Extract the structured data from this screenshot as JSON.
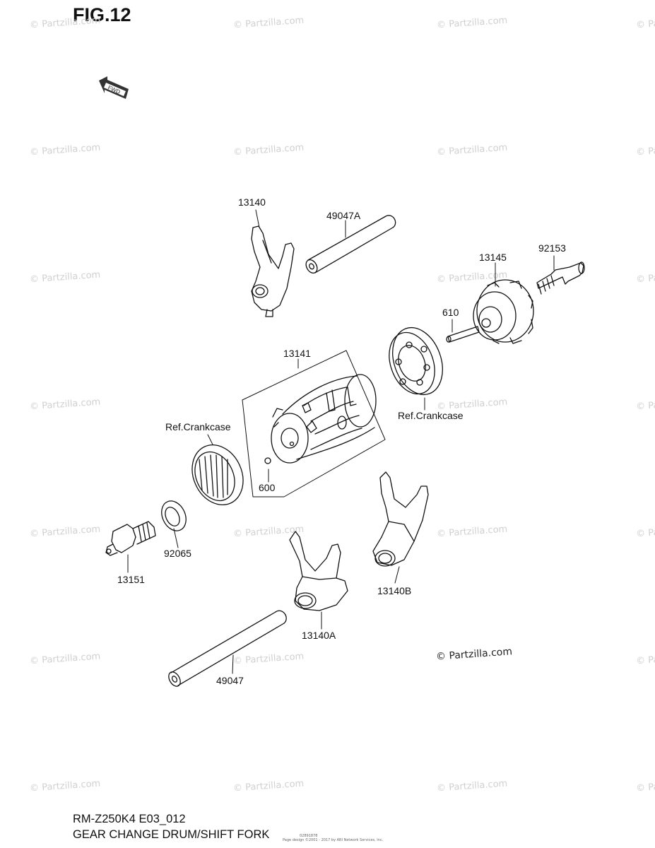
{
  "figure": {
    "title": "FIG.12"
  },
  "fwd_badge": {
    "text": "FWD"
  },
  "watermark": {
    "text": "© Partzilla.com"
  },
  "copyright": {
    "text": "© Partzilla.com"
  },
  "parts": [
    {
      "id": "p13140",
      "text": "13140"
    },
    {
      "id": "p49047A",
      "text": "49047A"
    },
    {
      "id": "p13145",
      "text": "13145"
    },
    {
      "id": "p92153",
      "text": "92153"
    },
    {
      "id": "p610",
      "text": "610"
    },
    {
      "id": "p13141",
      "text": "13141"
    },
    {
      "id": "prefR",
      "text": "Ref.Crankcase"
    },
    {
      "id": "prefL",
      "text": "Ref.Crankcase"
    },
    {
      "id": "p600",
      "text": "600"
    },
    {
      "id": "p92065",
      "text": "92065"
    },
    {
      "id": "p13151",
      "text": "13151"
    },
    {
      "id": "p13140B",
      "text": "13140B"
    },
    {
      "id": "p13140A",
      "text": "13140A"
    },
    {
      "id": "p49047",
      "text": "49047"
    }
  ],
  "footer": {
    "model": "RM-Z250K4 E03_012",
    "caption": "GEAR CHANGE DRUM/SHIFT FORK"
  },
  "fineprint": {
    "code": "02891878",
    "line": "Page design ©2001 - 2017 by ARI Network Services, Inc."
  }
}
